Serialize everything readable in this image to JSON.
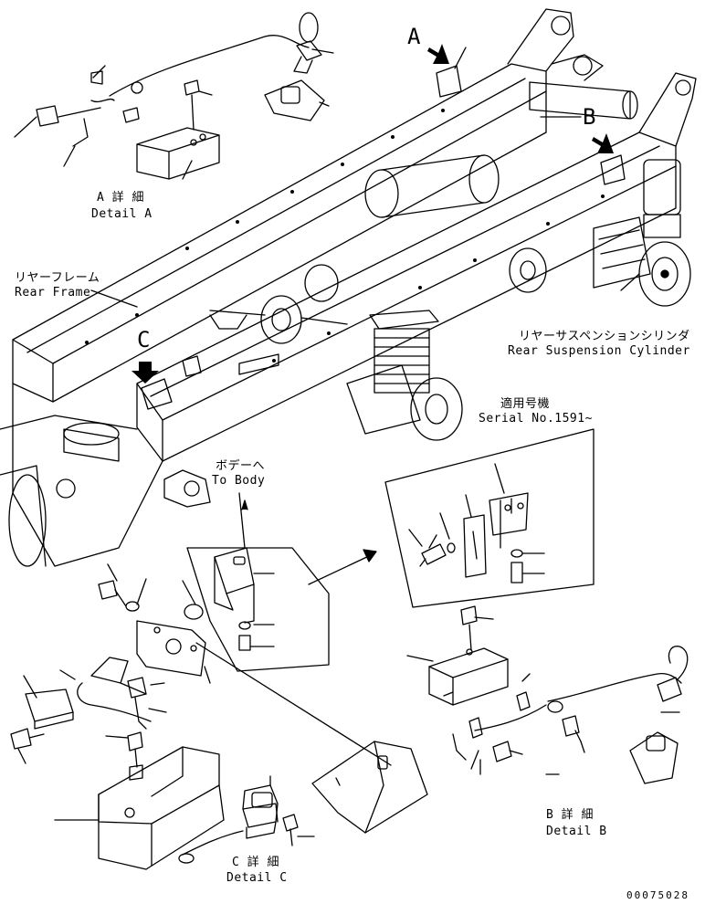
{
  "labels": {
    "detail_a_jp": "A 詳 細",
    "detail_a_en": "Detail A",
    "rear_frame_jp": "リヤーフレーム",
    "rear_frame_en": "Rear Frame",
    "rear_susp_jp": "リヤーサスペンションシリンダ",
    "rear_susp_en": "Rear Suspension Cylinder",
    "serial_jp": "適用号機",
    "serial_en": "Serial No.1591~",
    "to_body_jp": "ボデーへ",
    "to_body_en": "To Body",
    "detail_b_jp": "B 詳 細",
    "detail_b_en": "Detail B",
    "detail_c_jp": "C 詳 細",
    "detail_c_en": "Detail C"
  },
  "callouts": {
    "a": "A",
    "b": "B",
    "c": "C"
  },
  "drawing_number": "00075028",
  "colors": {
    "ink": "#000000",
    "paper": "#ffffff"
  }
}
